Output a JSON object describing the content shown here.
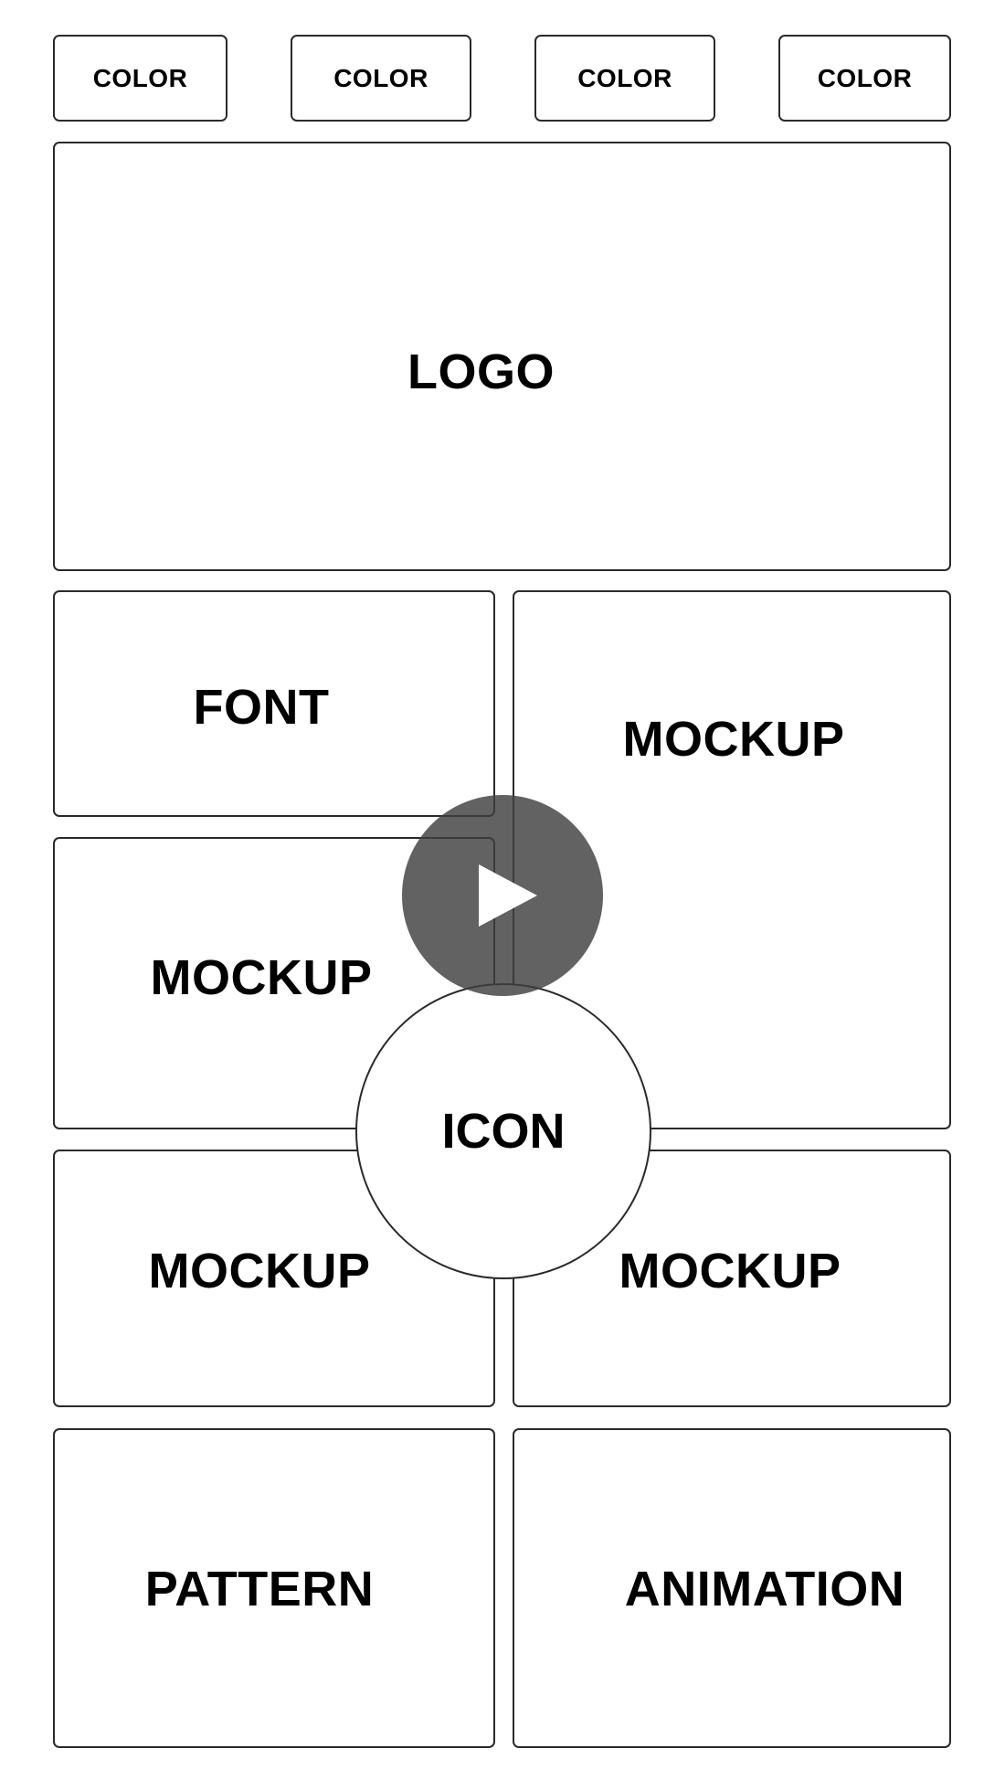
{
  "color_chips": [
    "COLOR",
    "COLOR",
    "COLOR",
    "COLOR"
  ],
  "logo_label": "LOGO",
  "font_label": "FONT",
  "mockup_labels": [
    "MOCKUP",
    "MOCKUP",
    "MOCKUP",
    "MOCKUP"
  ],
  "icon_label": "ICON",
  "pattern_label": "PATTERN",
  "animation_label": "ANIMATION",
  "play_button": {
    "icon": "play-icon",
    "color": "#404040"
  }
}
